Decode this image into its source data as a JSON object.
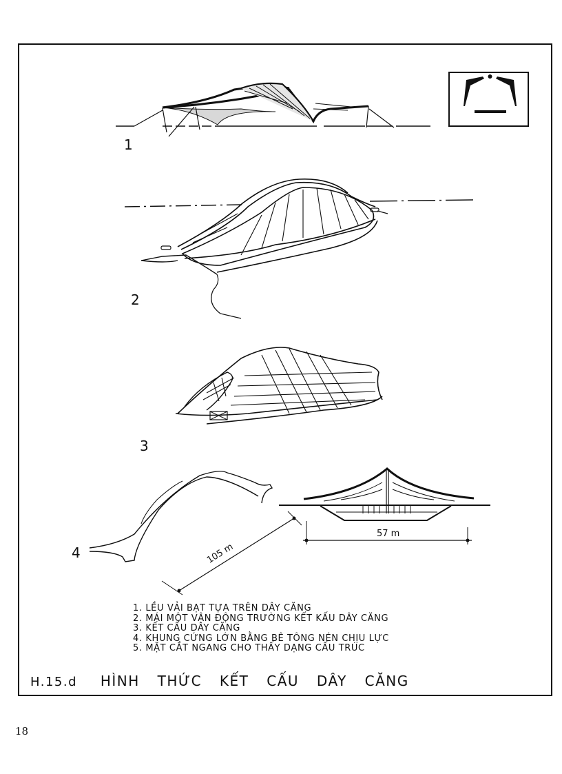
{
  "page": {
    "page_number": "18"
  },
  "figure": {
    "code": "H.15.d",
    "title_words": [
      "HÌNH",
      "THỨC",
      "KẾT",
      "CẤU",
      "DÂY",
      "CĂNG"
    ],
    "title": "HÌNH THỨC KẾT CẤU DÂY CĂNG"
  },
  "drawings": [
    {
      "number": "1",
      "description": "tent roof on tension cables (elevation)"
    },
    {
      "number": "2",
      "description": "stadium roof with cable structure (perspective)"
    },
    {
      "number": "3",
      "description": "cable net structure (perspective)"
    },
    {
      "number": "4",
      "description": "large rigid compression concrete arch"
    }
  ],
  "dimensions": {
    "arch_span": "105 m",
    "section_width": "57 m"
  },
  "legend": [
    "1. LỀU VẢI BẠT TỰA TRÊN DÂY CĂNG",
    "2. MÁI MỘT VẬN ĐỘNG TRƯỜNG KẾT KẤU DÂY CĂNG",
    "3. KẾT CẤU DÂY CĂNG",
    "4. KHUNG CỨNG LỚN BẰNG BÊ TÔNG NÉN CHỊU LỰC",
    "5. MẶT CẮT NGANG CHO THẤY DẠNG CẤU TRÚC"
  ],
  "inset_icon": "cable-structure-section-symbol"
}
